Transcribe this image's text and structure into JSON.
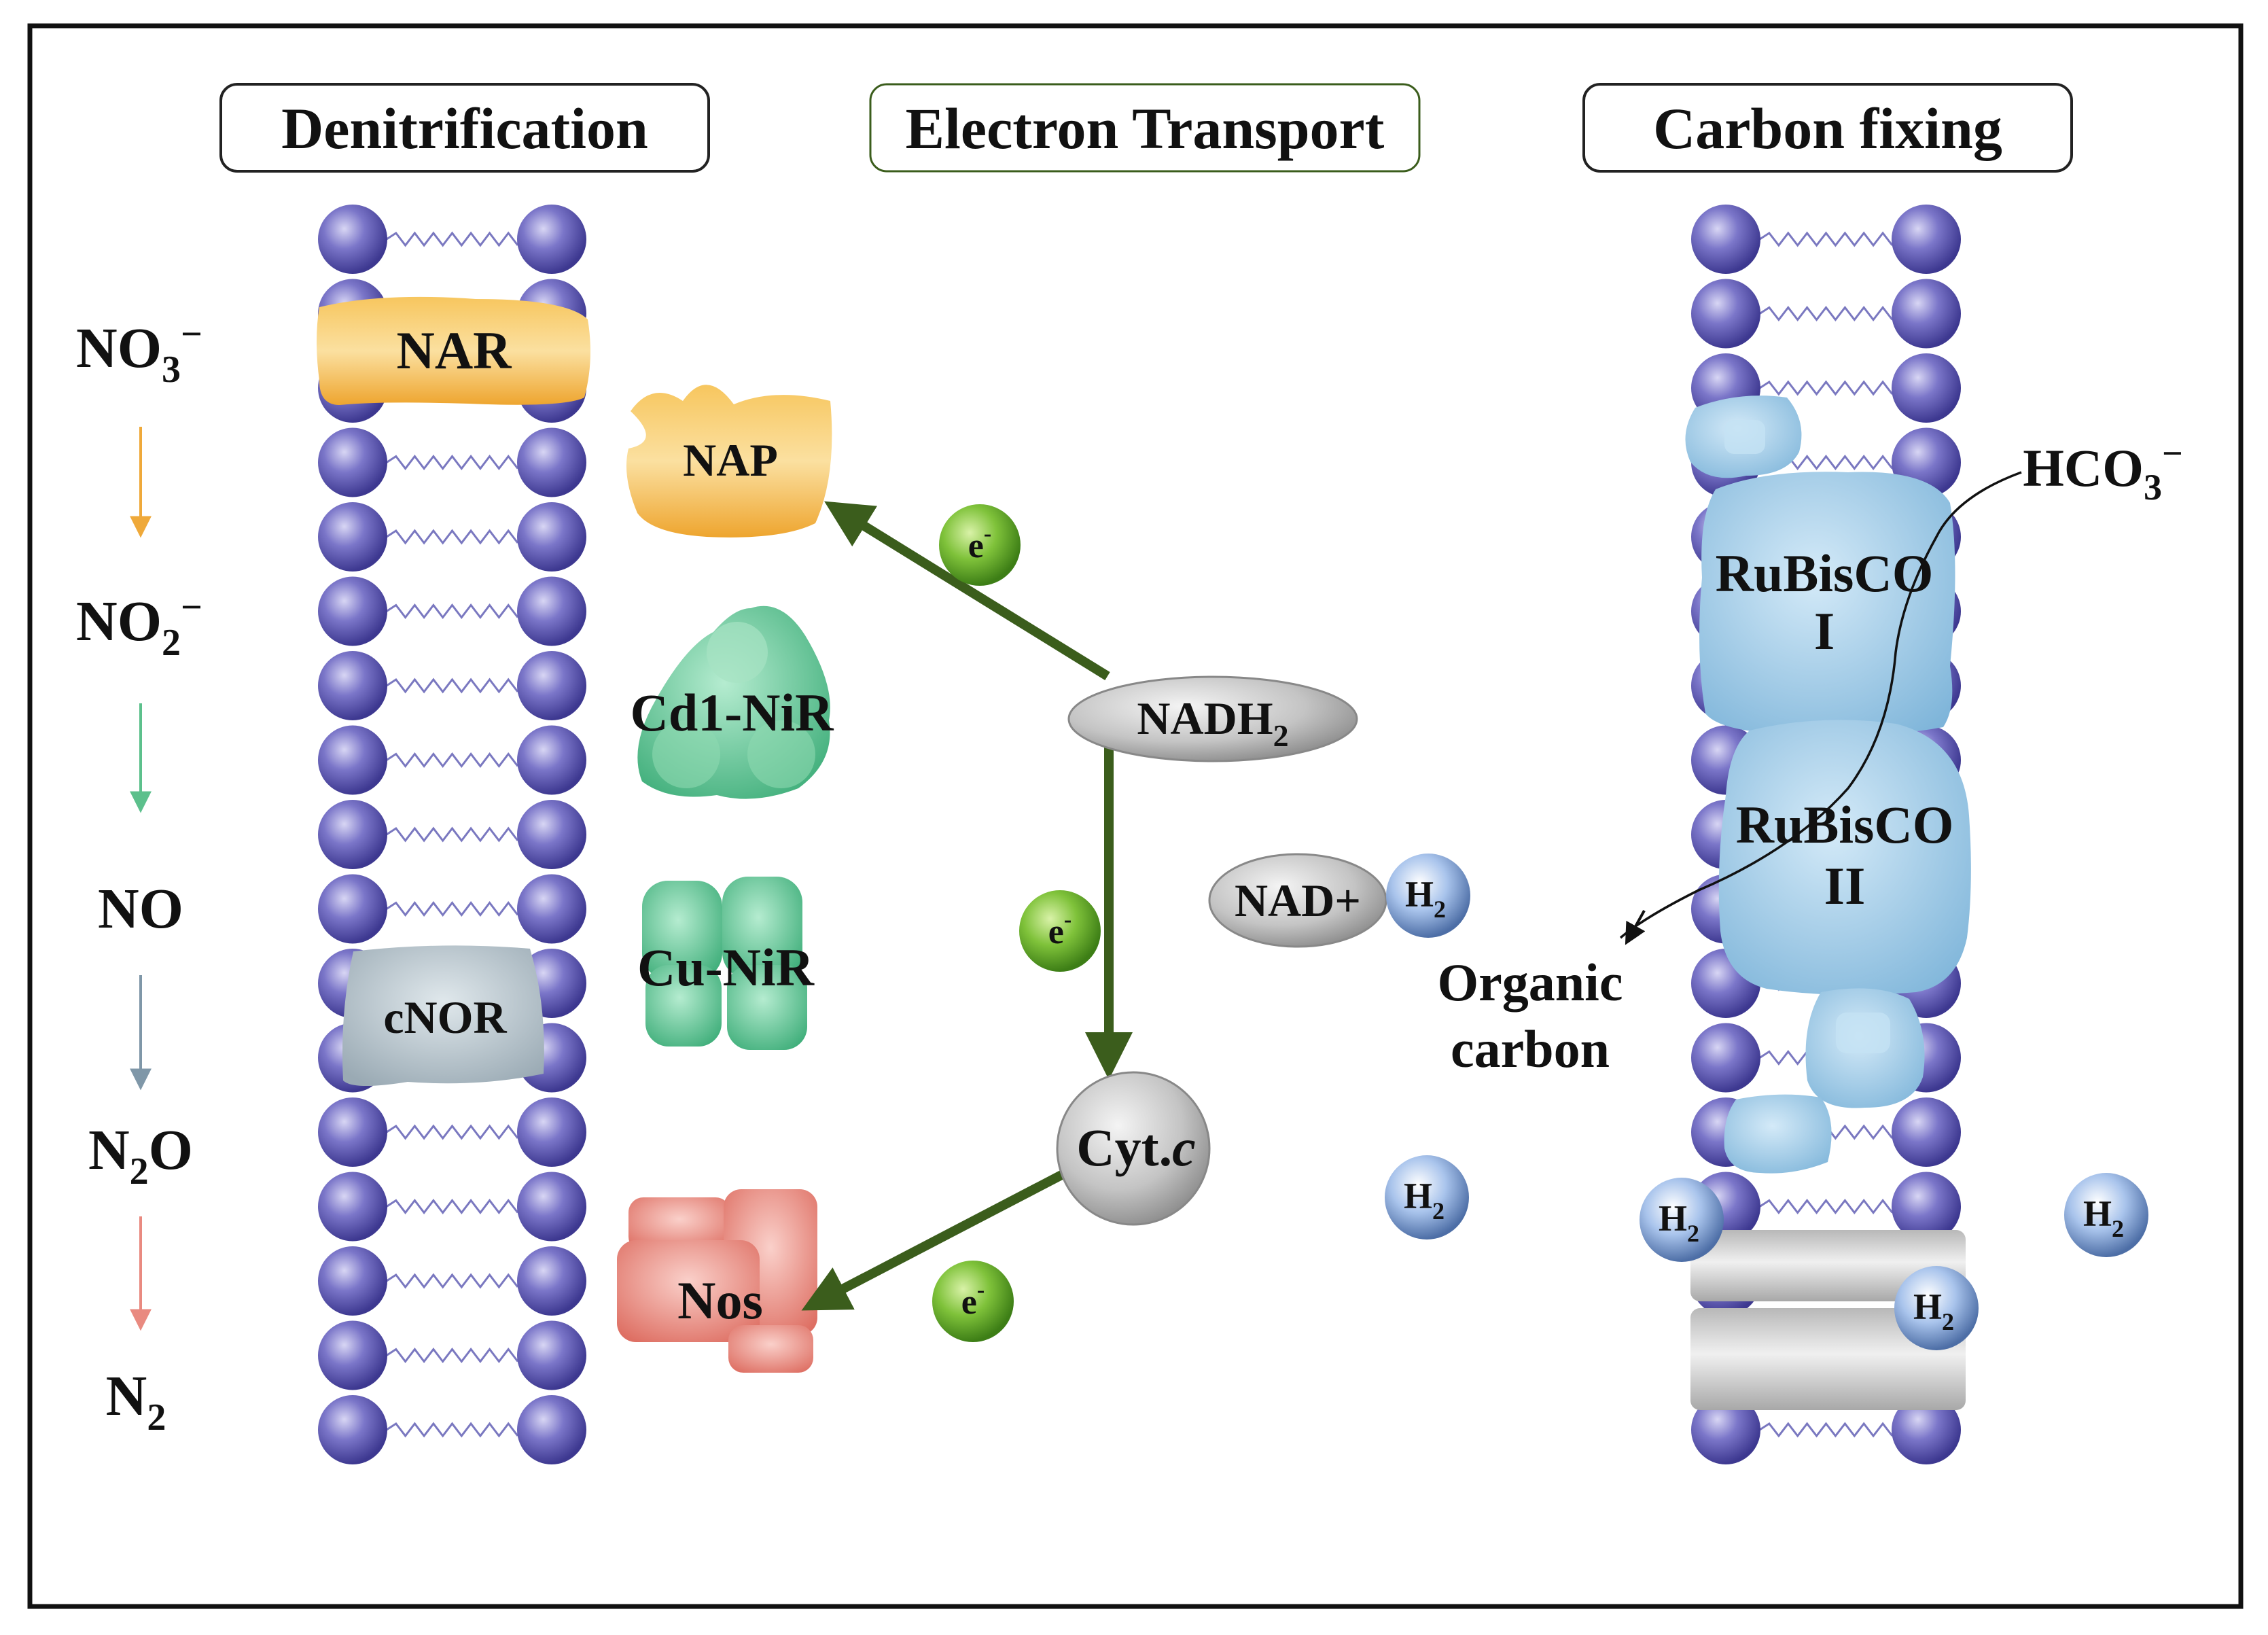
{
  "headers": {
    "denitrification": "Denitrification",
    "electron_transport": "Electron Transport",
    "carbon_fixing": "Carbon fixing"
  },
  "species": {
    "no3": {
      "base": "NO",
      "sub": "3",
      "sup": "−"
    },
    "no2": {
      "base": "NO",
      "sub": "2",
      "sup": "−"
    },
    "no": {
      "base": "NO"
    },
    "n2o": {
      "pre": "N",
      "sub": "2",
      "post": "O"
    },
    "n2": {
      "base": "N",
      "sub": "2"
    }
  },
  "proteins": {
    "nar": "NAR",
    "nap": "NAP",
    "cd1_nir": "Cd1-NiR",
    "cu_nir": "Cu-NiR",
    "cnor": "cNOR",
    "nos": "Nos"
  },
  "electron_transport": {
    "nadh2": {
      "base": "NADH",
      "sub": "2"
    },
    "nad_plus": "NAD+",
    "cytc": {
      "base": "Cyt.",
      "italic": "c"
    },
    "electron": {
      "base": "e",
      "sup": "-"
    }
  },
  "carbon": {
    "rubisco1": {
      "line1": "RuBisCO",
      "line2": "I"
    },
    "rubisco2": {
      "line1": "RuBisCO",
      "line2": "II"
    },
    "hco3": {
      "base": "HCO",
      "sub": "3",
      "sup": "−"
    },
    "organic": {
      "line1": "Organic",
      "line2": "carbon"
    }
  },
  "hydrogen": {
    "base": "H",
    "sub": "2"
  },
  "colors": {
    "lipid": "#5a55b5",
    "nar": "#f2b33a",
    "green_protein": "#4fc28e",
    "cnor": "#b4c4cc",
    "nos": "#e98a80",
    "rubisco": "#9cc8e4",
    "arrow": "#3b5d1c",
    "electron": "#6dba2e",
    "arrow_no3": "#efa93a",
    "arrow_no2": "#5cc08c",
    "arrow_no": "#7f97a8",
    "arrow_n2o": "#e98a80"
  }
}
